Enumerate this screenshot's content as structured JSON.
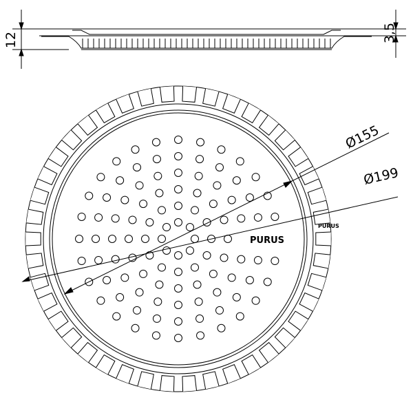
{
  "dimensions": {
    "height": "12",
    "thickness": "3,5",
    "inner_diameter": "Ø155",
    "outer_diameter": "Ø199"
  },
  "brand": {
    "center_label": "PURUS",
    "rim_label": "PURUS"
  },
  "colors": {
    "line": "#000000",
    "background": "#ffffff"
  }
}
